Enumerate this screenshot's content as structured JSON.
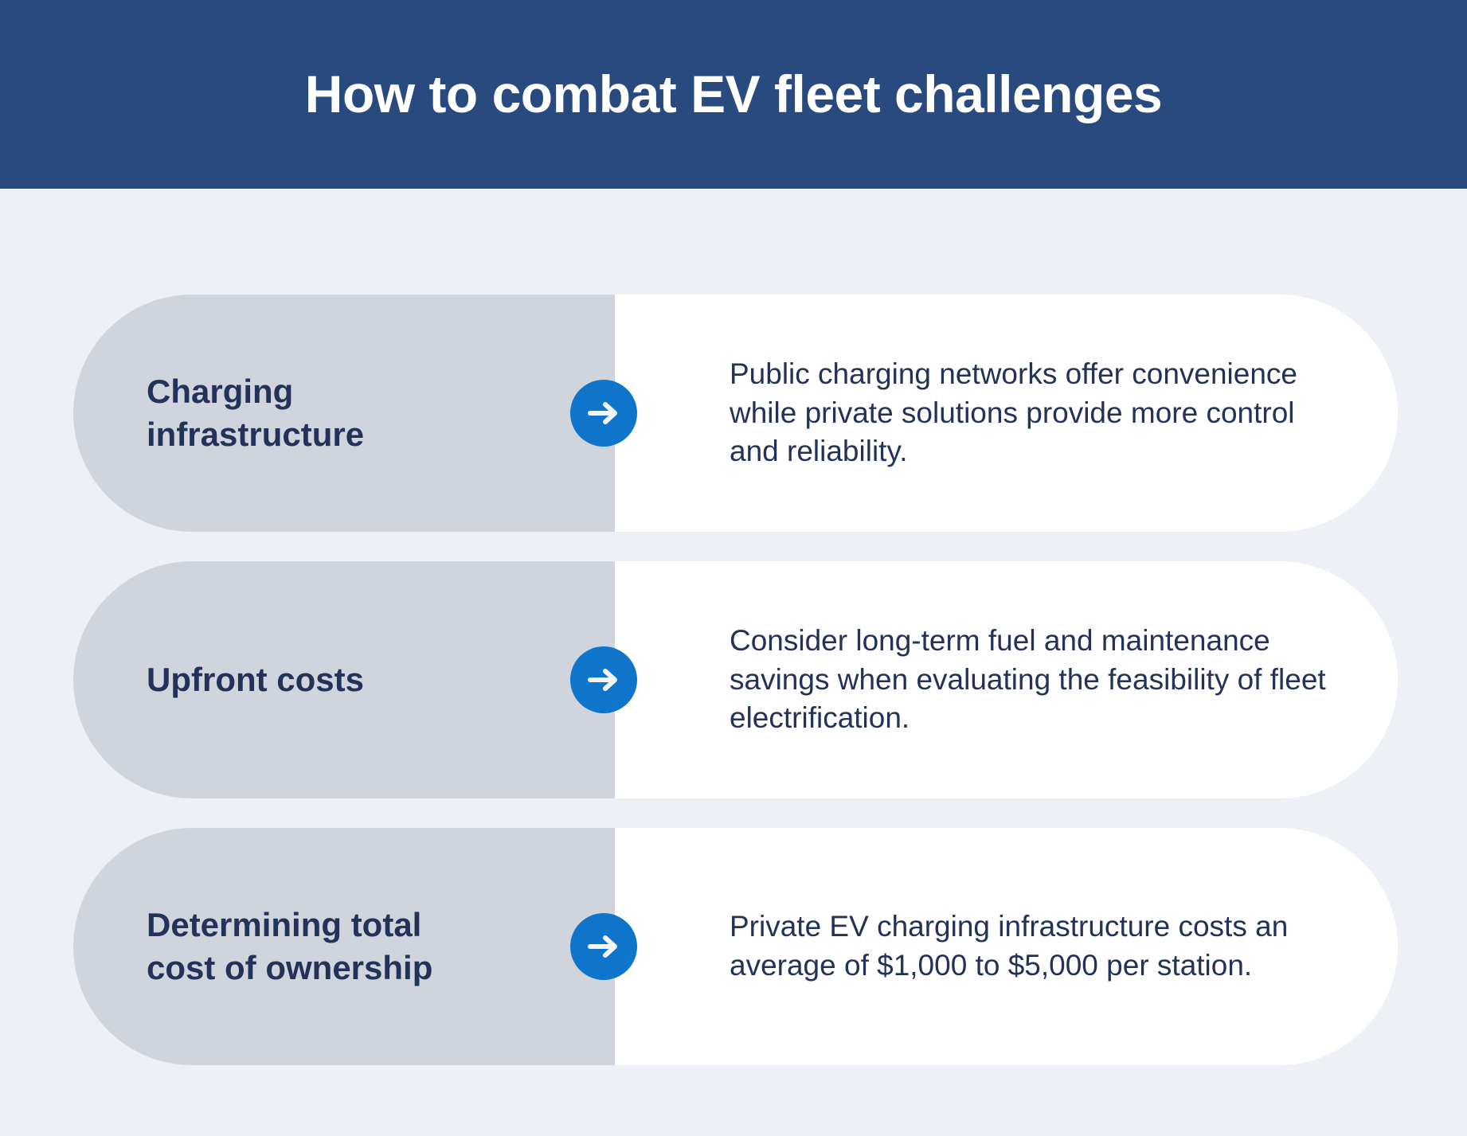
{
  "header": {
    "title": "How to combat EV fleet challenges",
    "background_color": "#284a7e",
    "text_color": "#ffffff"
  },
  "theme": {
    "page_background": "#edf1f6",
    "card_left_background": "#d0d5dd",
    "card_right_background": "#ffffff",
    "accent_blue": "#0f75cb",
    "text_navy": "#223258"
  },
  "rows": [
    {
      "title": "Charging\ninfrastructure",
      "body": "Public charging networks offer convenience while private solutions provide more control and reliability.",
      "icon": "arrow-right-icon"
    },
    {
      "title": "Upfront costs",
      "body": "Consider long-term fuel and maintenance savings when evaluating the feasibility of fleet electrification.",
      "icon": "arrow-right-icon"
    },
    {
      "title": "Determining total\ncost of ownership",
      "body": "Private EV charging infrastructure costs an average of $1,000 to $5,000 per station.",
      "icon": "arrow-right-icon"
    }
  ]
}
